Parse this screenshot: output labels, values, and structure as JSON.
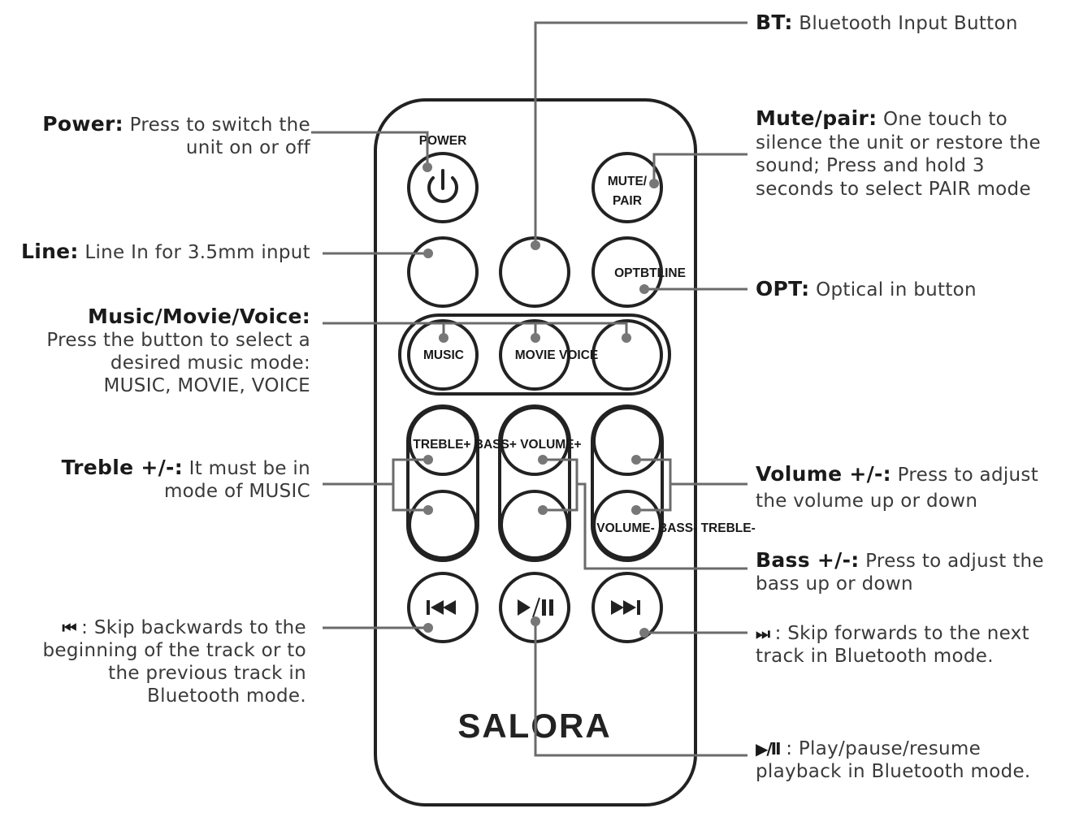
{
  "remote": {
    "brand": "SALORA",
    "buttons": {
      "power": "POWER",
      "mute_line1": "MUTE/",
      "mute_line2": "PAIR",
      "opt": "OPTBTLINE",
      "music": "MUSIC",
      "movie_voice": "MOVIE VOICE",
      "upper_row": "TREBLE+ BASS+ VOLUME+",
      "lower_row": "VOLUME- BASS- TREBLE-"
    },
    "icons": {
      "power": "power-icon",
      "prev": "skip-back-icon",
      "play": "play-pause-icon",
      "next": "skip-forward-icon"
    }
  },
  "labels": {
    "bt": {
      "title": "BT:",
      "text": "Bluetooth Input Button"
    },
    "power": {
      "title": "Power:",
      "line1": "Press to switch the",
      "line2": "unit on or off"
    },
    "mute": {
      "title": "Mute/pair:",
      "line1": "One touch to",
      "line2": "silence the unit or restore the",
      "line3": "sound; Press and hold 3",
      "line4": "seconds to select PAIR mode"
    },
    "line": {
      "title": "Line:",
      "text": "Line In for 3.5mm input"
    },
    "opt": {
      "title": "OPT:",
      "text": "Optical in button"
    },
    "music": {
      "title": "Music/Movie/Voice:",
      "line1": "Press the button to select a",
      "line2": "desired music mode:",
      "line3": "MUSIC, MOVIE, VOICE"
    },
    "treble": {
      "title": "Treble +/-:",
      "line1": "It must be in",
      "line2": "mode of MUSIC"
    },
    "volume": {
      "title": "Volume +/-:",
      "line1": "Press to adjust",
      "line2": "the volume up or down"
    },
    "bass": {
      "title": "Bass +/-:",
      "line1": "Press to adjust the",
      "line2": "bass up or down"
    },
    "prev": {
      "symbol": "⏮",
      "line1": ": Skip backwards to the",
      "line2": "beginning of the track or to",
      "line3": "the previous track in",
      "line4": "Bluetooth mode."
    },
    "next": {
      "symbol": "⏭",
      "line1": ": Skip forwards to the next",
      "line2": "track in Bluetooth mode."
    },
    "play": {
      "symbol": "▶/II",
      "line1": ": Play/pause/resume",
      "line2": "playback in Bluetooth mode."
    }
  }
}
